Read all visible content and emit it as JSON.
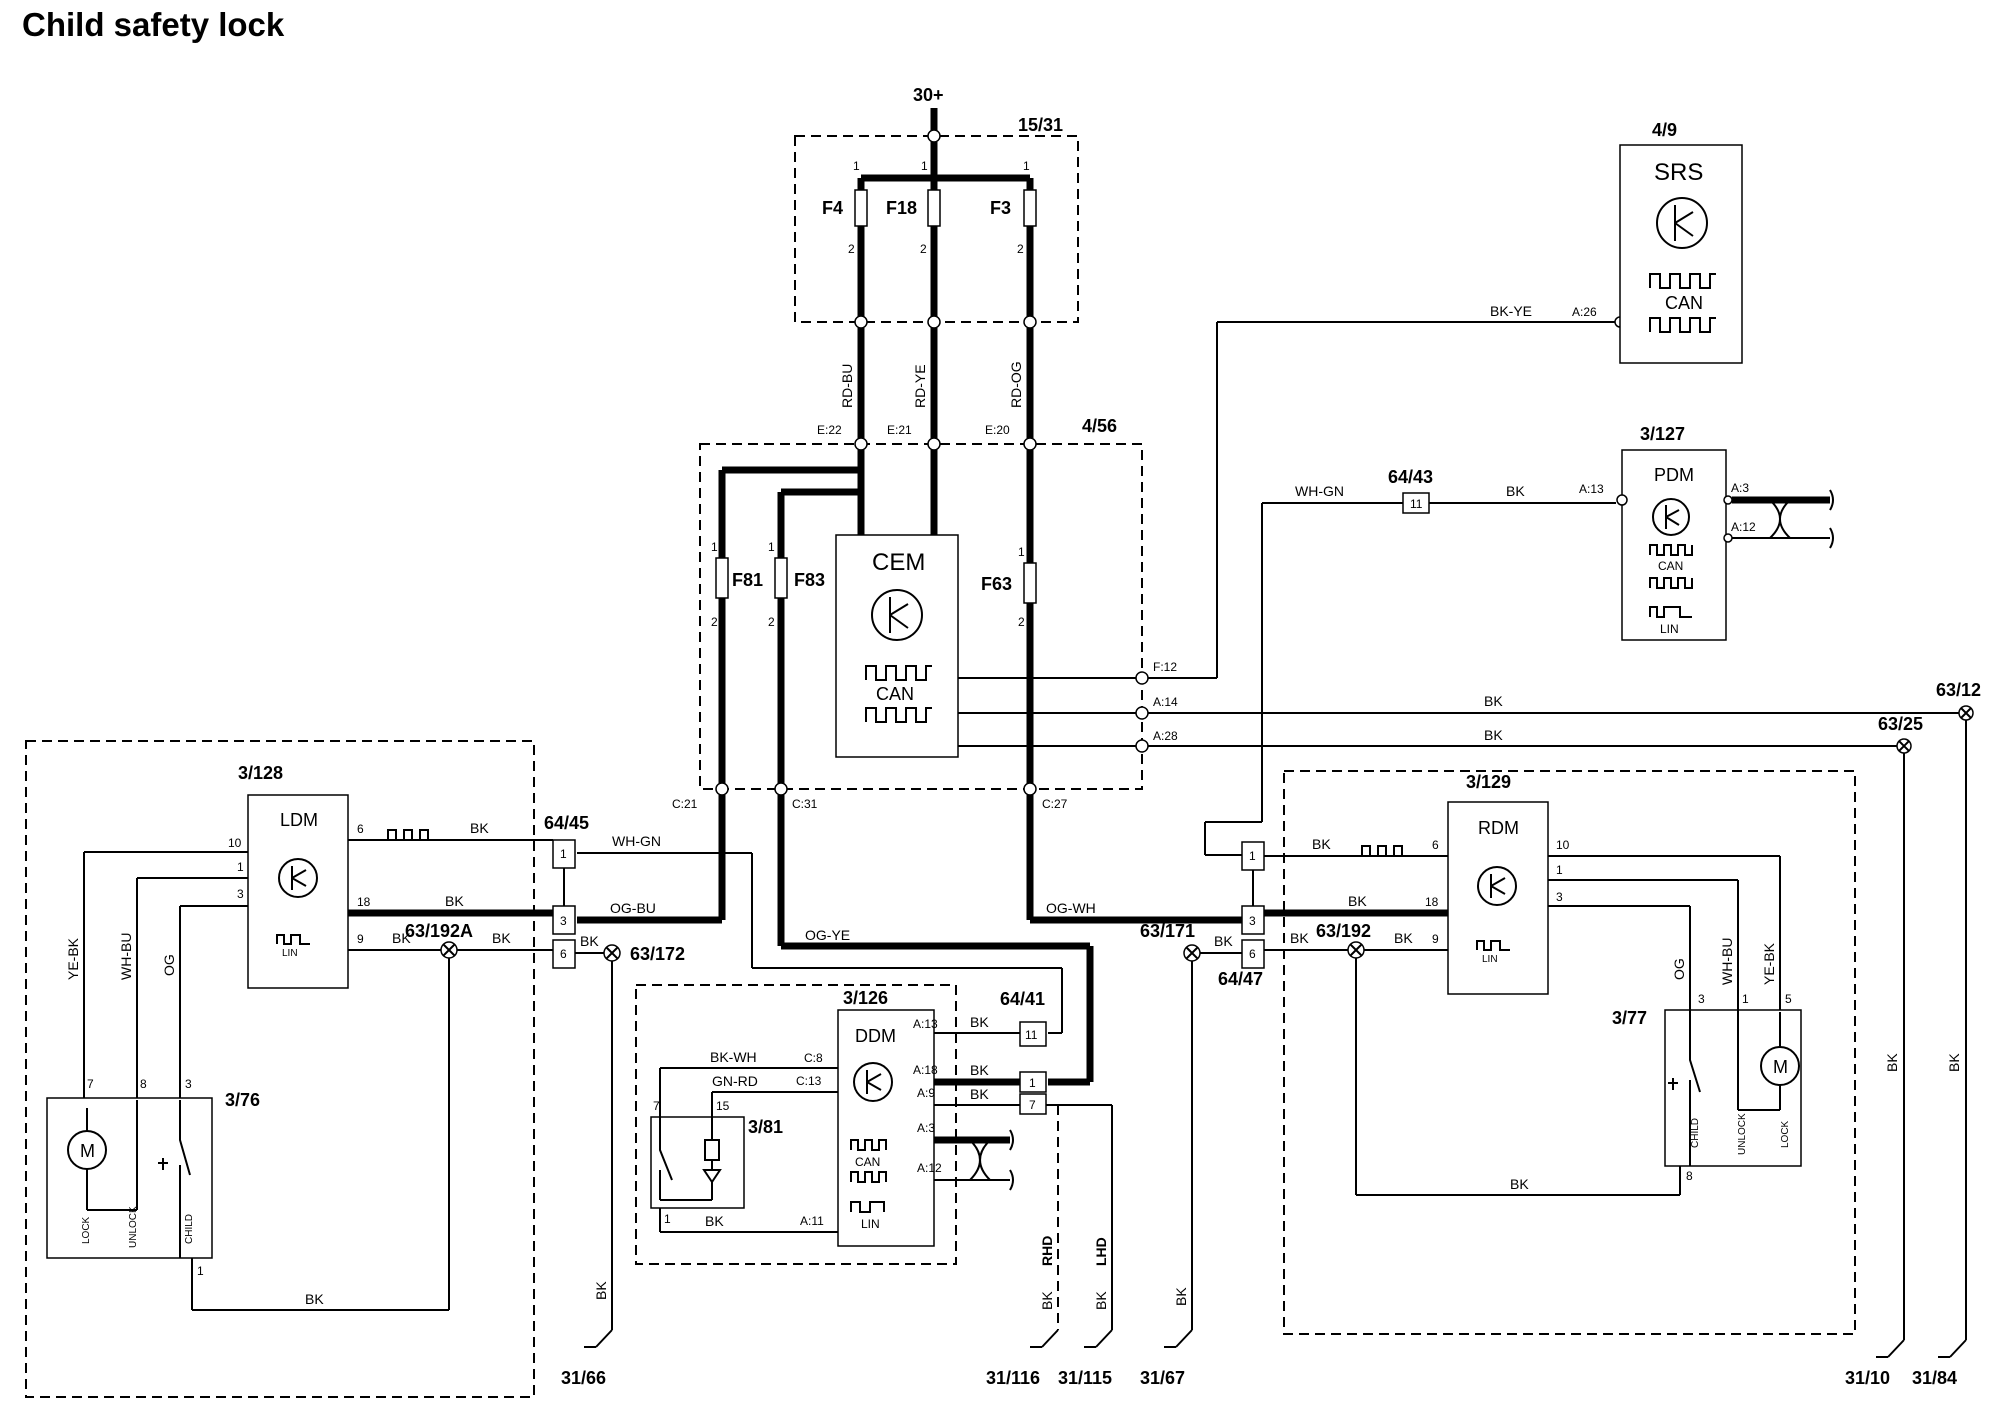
{
  "title": "Child safety lock",
  "supply": "30+",
  "refs": {
    "fusebox": "15/31",
    "cem_box": "4/56",
    "srs": "4/9",
    "pdm": "3/127",
    "ldm": "3/128",
    "rdm": "3/129",
    "ddm": "3/126",
    "ldm_motor": "3/76",
    "rdm_motor": "3/77",
    "ddm_switch": "3/81",
    "c_64_45": "64/45",
    "c_64_47": "64/47",
    "c_64_41": "64/41",
    "c_64_43": "64/43",
    "g_63_192A": "63/192A",
    "g_63_172": "63/172",
    "g_63_171": "63/171",
    "g_63_192": "63/192",
    "g_63_12": "63/12",
    "g_63_25": "63/25",
    "gnd_31_66": "31/66",
    "gnd_31_116": "31/116",
    "gnd_31_115": "31/115",
    "gnd_31_67": "31/67",
    "gnd_31_10": "31/10",
    "gnd_31_84": "31/84"
  },
  "modules": {
    "srs": "SRS",
    "pdm": "PDM",
    "cem": "CEM",
    "ldm": "LDM",
    "rdm": "RDM",
    "ddm": "DDM",
    "can": "CAN",
    "lin": "LIN",
    "motor": "M"
  },
  "fuses": {
    "f4": "F4",
    "f18": "F18",
    "f3": "F3",
    "f81": "F81",
    "f83": "F83",
    "f63": "F63"
  },
  "wire_colors": {
    "rd_bu": "RD-BU",
    "rd_ye": "RD-YE",
    "rd_og": "RD-OG",
    "bk_ye": "BK-YE",
    "wh_gn": "WH-GN",
    "bk": "BK",
    "og_bu": "OG-BU",
    "og_ye": "OG-YE",
    "og_wh": "OG-WH",
    "ye_bk": "YE-BK",
    "wh_bu": "WH-BU",
    "og": "OG",
    "bk_wh": "BK-WH",
    "gn_rd": "GN-RD"
  },
  "pins": {
    "e22": "E:22",
    "e21": "E:21",
    "e20": "E:20",
    "f12": "F:12",
    "a14": "A:14",
    "a28": "A:28",
    "c21": "C:21",
    "c31": "C:31",
    "c27": "C:27",
    "a26": "A:26",
    "a13": "A:13",
    "a3": "A:3",
    "a12": "A:12",
    "a18": "A:18",
    "a9": "A:9",
    "a11": "A:11",
    "c8": "C:8",
    "c13": "C:13"
  },
  "sw_labels": {
    "lock": "LOCK",
    "unlock": "UNLOCK",
    "child": "CHILD"
  },
  "variants": {
    "rhd": "RHD",
    "lhd": "LHD"
  }
}
